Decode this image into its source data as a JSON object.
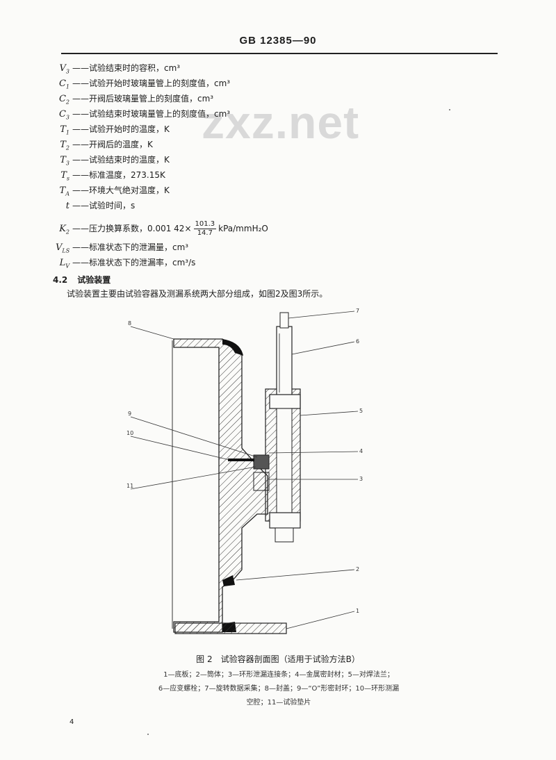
{
  "header": {
    "title": "GB 12385—90"
  },
  "watermark": "zxz.net",
  "symbols": [
    {
      "sym": "V",
      "sub": "3",
      "desc": "——试验结束时的容积，cm³"
    },
    {
      "sym": "C",
      "sub": "1",
      "desc": "——试验开始时玻璃量管上的刻度值，cm³"
    },
    {
      "sym": "C",
      "sub": "2",
      "desc": "——开阀后玻璃量管上的刻度值，cm³"
    },
    {
      "sym": "C",
      "sub": "3",
      "desc": "——试验结束时玻璃量管上的刻度值，cm³"
    },
    {
      "sym": "T",
      "sub": "1",
      "desc": "——试验开始时的温度，K"
    },
    {
      "sym": "T",
      "sub": "2",
      "desc": "——开阀后的温度，K"
    },
    {
      "sym": "T",
      "sub": "3",
      "desc": "——试验结束时的温度，K"
    },
    {
      "sym": "T",
      "sub": "s",
      "desc": "——标准温度，273.15K"
    },
    {
      "sym": "T",
      "sub": "A",
      "desc": "——环境大气绝对温度，K"
    },
    {
      "sym": "t",
      "sub": "",
      "desc": "——试验时间，s"
    }
  ],
  "k_row": {
    "sym": "K",
    "sub": "2",
    "desc_pre": "——压力换算系数，0.001 42×",
    "frac_num": "101.3",
    "frac_den": "14.7",
    "desc_post": "kPa/mmH₂O"
  },
  "v_rows": [
    {
      "sym": "V",
      "sub": "LS",
      "desc": "——标准状态下的泄漏量，cm³"
    },
    {
      "sym": "L",
      "sub": "V",
      "desc": "——标准状态下的泄漏率，cm³/s"
    }
  ],
  "section": {
    "number": "4.2",
    "title": "试验装置"
  },
  "paragraph": "试验装置主要由试验容器及测漏系统两大部分组成，如图2及图3所示。",
  "figure": {
    "callouts": [
      "8",
      "7",
      "6",
      "5",
      "9",
      "10",
      "4",
      "11",
      "3",
      "2",
      "1"
    ]
  },
  "caption": "图 2　试验容器剖面图（适用于试验方法B）",
  "legend": [
    "1—底板；2—筒体；3—环形泄漏连接条；4—金属密封材；5—对焊法兰；",
    "6—应变螺栓；7—旋转数据采集；8—封盖；9—“O”形密封环；10—环形测漏",
    "空腔；11—试验垫片"
  ],
  "page_number": "4"
}
